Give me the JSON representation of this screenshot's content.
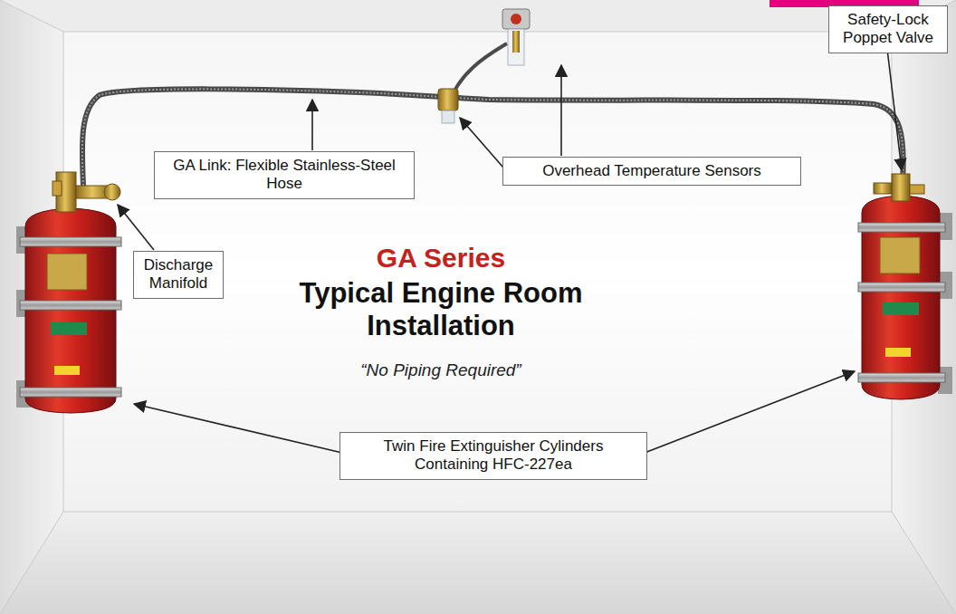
{
  "diagram": {
    "title": "GA Series",
    "nodes": [
      {
        "text": [
          "Safety-Lock Poppet Valve"
        ]
      },
      {
        "text": [
          "GA Link: Flexible Stainless-Steel Hose"
        ]
      },
      {
        "text": [
          "Overhead Temperature Sensors"
        ]
      },
      {
        "text": [
          "Discharge Manifold"
        ]
      },
      {
        "text": [
          "Twin Fire Extinguisher Cylinders Containing HFC-227ea"
        ]
      }
    ],
    "labels": [
      "Typical Engine Room Installation",
      "“No Piping Required”"
    ]
  }
}
